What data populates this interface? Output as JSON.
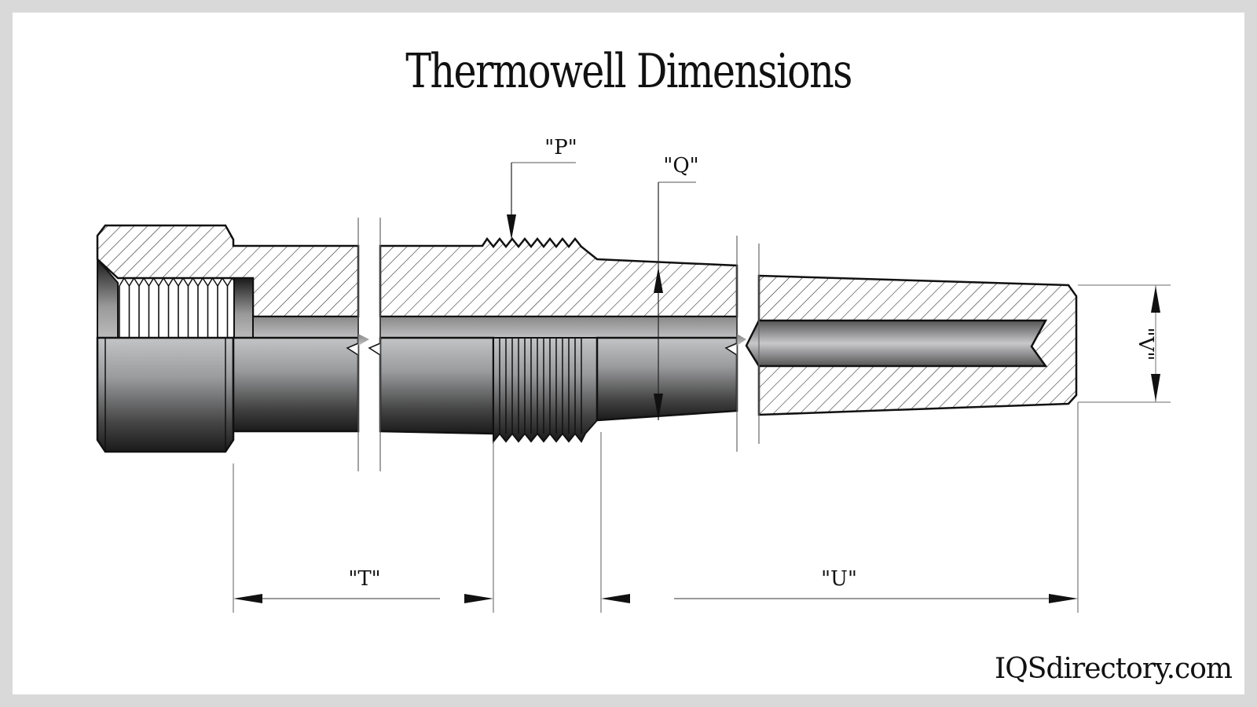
{
  "title": "Thermowell Dimensions",
  "brand": "IQSdirectory.com",
  "dimensions": {
    "P": "\"P\"",
    "Q": "\"Q\"",
    "T": "\"T\"",
    "U": "\"U\"",
    "V": "\"V\""
  },
  "colors": {
    "frame": "#d9d9d9",
    "background": "#ffffff",
    "outline": "#111111",
    "dimension_line": "#888888"
  }
}
